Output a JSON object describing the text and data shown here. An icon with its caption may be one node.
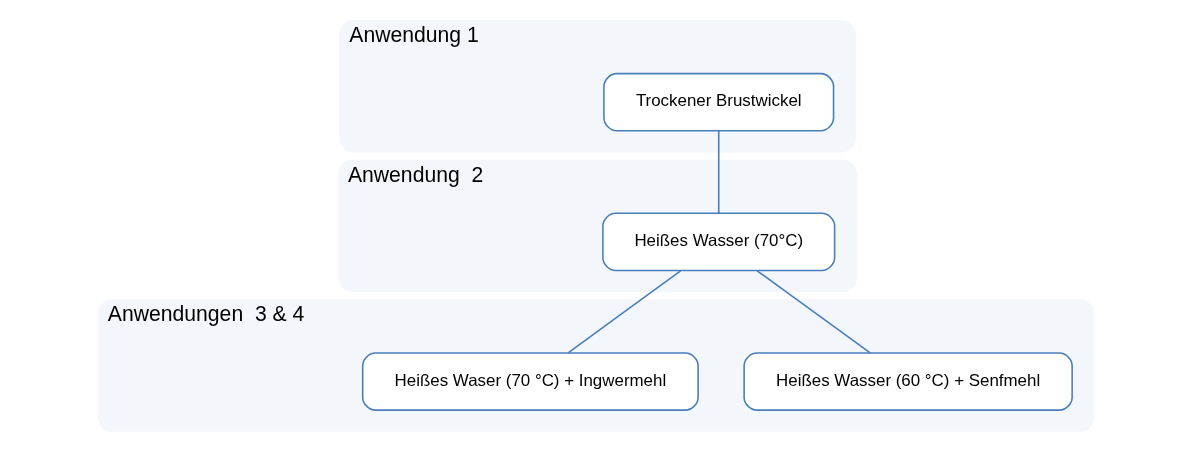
{
  "diagram": {
    "nodes": [
      {
        "text": [
          "Anwendung 1"
        ]
      },
      {
        "text": [
          "Trockener Brustwickel"
        ],
        "in": 0
      },
      {
        "text": [
          "Anwendung  2"
        ]
      },
      {
        "text": [
          "Heißes Wasser (70°C)"
        ],
        "in": 2
      },
      {
        "text": [
          "Anwendungen  3 & 4"
        ]
      },
      {
        "text": [
          "Heißes Waser (70 °C) + Ingwermehl"
        ],
        "in": 4
      },
      {
        "text": [
          "Heißes Wasser (60 °C) + Senfmehl"
        ],
        "in": 4
      }
    ],
    "edges": [
      {
        "from": 1,
        "to": 3,
        "arrow": "none"
      },
      {
        "from": 3,
        "to": 5,
        "arrow": "none"
      },
      {
        "from": 3,
        "to": 6,
        "arrow": "none"
      }
    ]
  }
}
